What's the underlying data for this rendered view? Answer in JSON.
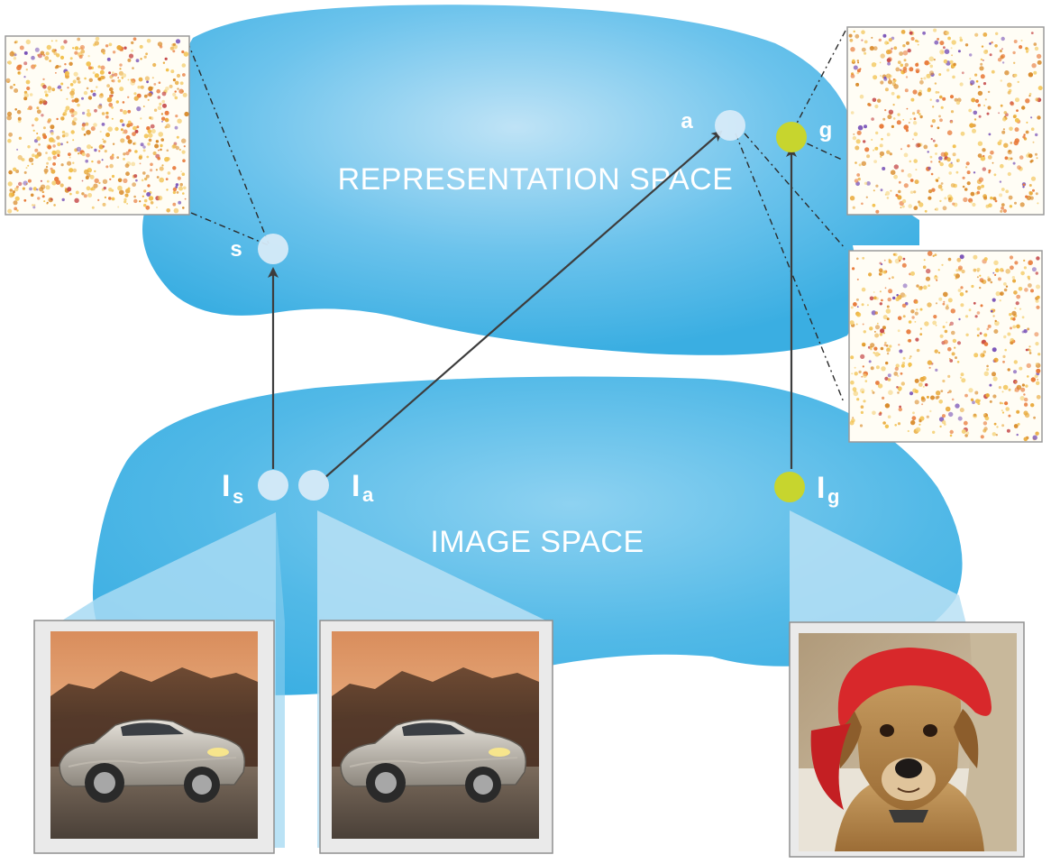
{
  "labels": {
    "representation_space": "REPRESENTATION SPACE",
    "image_space": "IMAGE SPACE"
  },
  "nodes": {
    "s": "s",
    "a": "a",
    "g": "g",
    "I_s_main": "I",
    "I_s_sub": "s",
    "I_a_main": "I",
    "I_a_sub": "a",
    "I_g_main": "I",
    "I_g_sub": "g"
  },
  "colors": {
    "space_blue": "#3eaee0",
    "space_light": "#a9dcf3",
    "node_pale": "#d6eaf8",
    "node_green": "#c7d52e",
    "arrow": "#3d3d3d"
  },
  "images": {
    "source": "car-photo-icon",
    "adversarial": "car-photo-icon",
    "guide": "dog-photo-icon",
    "feature_maps": "activation-scatter-icon"
  }
}
